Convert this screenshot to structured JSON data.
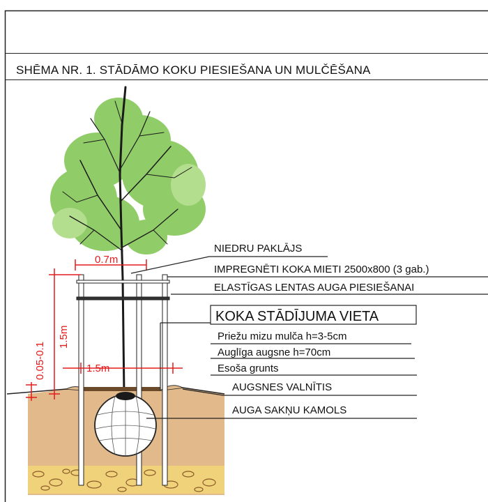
{
  "title": "SHĒMA NR. 1. STĀDĀMO KOKU PIESIEŠANA UN MULČĒŠANA",
  "labels": {
    "reed_mat": "NIEDRU PAKLĀJS",
    "stakes": "IMPREGNĒTI KOKA MIETI 2500x800 (3 gab.)",
    "straps": "ELASTĪGAS LENTAS AUGA PIESIEŠANAI",
    "planting_site": "KOKA STĀDĪJUMA VIETA",
    "mulch": "Priežu mizu mulča h=3-5cm",
    "fertile_soil": "Auglīga augsne h=70cm",
    "existing_soil": "Esoša grunts",
    "soil_roll": "AUGSNES VALNĪTIS",
    "root_ball": "AUGA SAKŅU KAMOLS"
  },
  "dimensions": {
    "crown_width": "0.7m",
    "stake_height": "1.5m",
    "stake_spread": "1.5m",
    "depth": "0.05-0.1"
  },
  "colors": {
    "soil": "#e1b98a",
    "gravel": "#f0d27a",
    "foliage": "#7dc44e",
    "dimension_red": "#e41b1b"
  }
}
